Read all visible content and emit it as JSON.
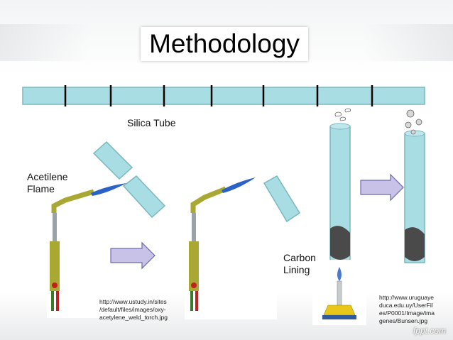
{
  "slide": {
    "title": "Methodology",
    "label_silica_tube": "Silica Tube",
    "label_acetilene": "Acetilene\nFlame",
    "label_carbon": "Carbon\nLining",
    "credit_torch": "http://www.ustudy.in/sites\n/default/files/images/oxy-\nacetylene_weld_torch.jpg",
    "credit_bunsen": "http://www.uruguaye\nduca.edu.uy/UserFil\nes/P0001/Image/ima\ngenes/Bunsen.jpg",
    "watermark": "fppt.com"
  },
  "colors": {
    "tube": "#a8dde4",
    "tube_edge": "#7ab7bf",
    "carbon": "#4a4a4a",
    "arrow_fill": "#c8c2e8",
    "arrow_edge": "#6d6aa8",
    "flame": "#2a62c8",
    "torch_green": "#a8a832"
  }
}
